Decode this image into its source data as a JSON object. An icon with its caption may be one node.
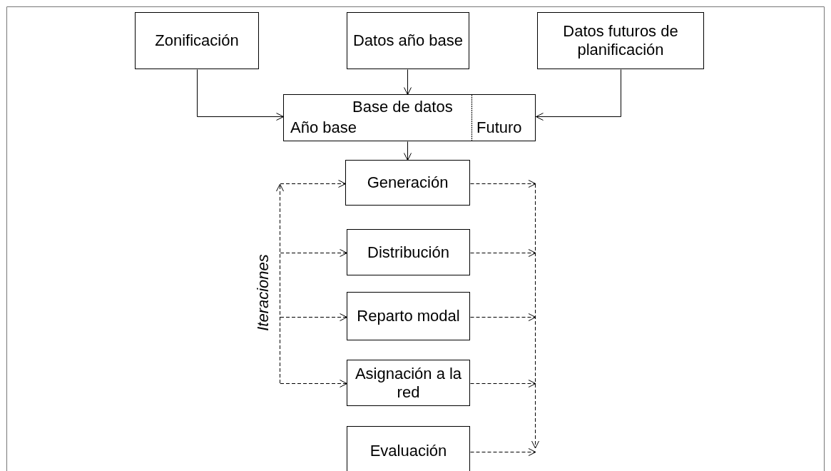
{
  "diagram": {
    "nodes": [
      {
        "text": [
          "Zonificación"
        ]
      },
      {
        "text": [
          "Datos año base"
        ]
      },
      {
        "text": [
          "Datos futuros de planificación"
        ]
      },
      {
        "text": [
          "Base de datos",
          "Año base",
          "Futuro"
        ]
      },
      {
        "text": [
          "Generación"
        ]
      },
      {
        "text": [
          "Distribución"
        ]
      },
      {
        "text": [
          "Reparto modal"
        ]
      },
      {
        "text": [
          "Asignación a la red"
        ]
      },
      {
        "text": [
          "Evaluación"
        ]
      }
    ],
    "edges": [
      {
        "from": 0,
        "to": 3,
        "arrow": "to"
      },
      {
        "from": 1,
        "to": 3,
        "arrow": "to"
      },
      {
        "from": 2,
        "to": 3,
        "arrow": "to"
      },
      {
        "from": 3,
        "to": 4,
        "arrow": "to"
      },
      {
        "from": null,
        "to": 4,
        "arrow": "to",
        "style": "dashed"
      },
      {
        "from": null,
        "to": 5,
        "arrow": "to",
        "style": "dashed"
      },
      {
        "from": null,
        "to": 6,
        "arrow": "to",
        "style": "dashed"
      },
      {
        "from": null,
        "to": 7,
        "arrow": "to",
        "style": "dashed"
      },
      {
        "from": 4,
        "to": null,
        "arrow": "to",
        "style": "dashed"
      },
      {
        "from": 5,
        "to": null,
        "arrow": "to",
        "style": "dashed"
      },
      {
        "from": 6,
        "to": null,
        "arrow": "to",
        "style": "dashed"
      },
      {
        "from": 7,
        "to": null,
        "arrow": "to",
        "style": "dashed"
      },
      {
        "from": 8,
        "to": null,
        "arrow": "to",
        "style": "dashed"
      }
    ],
    "labels": [
      "Iteraciones"
    ]
  }
}
